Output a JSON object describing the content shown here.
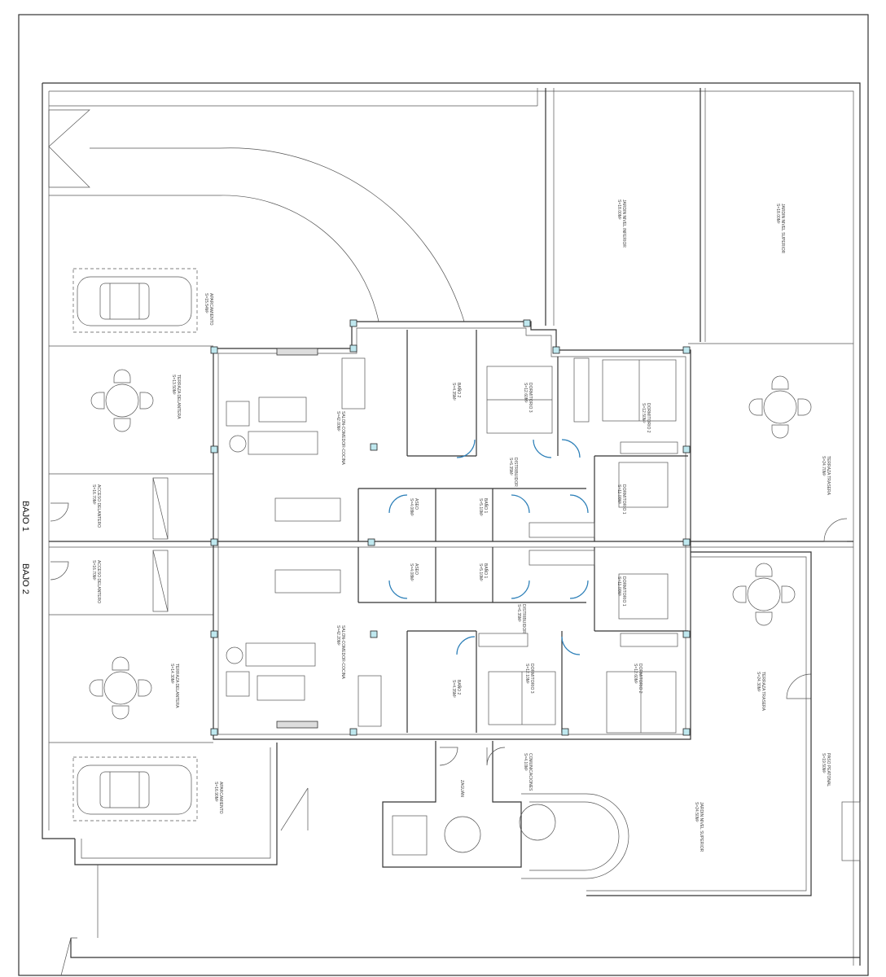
{
  "units": {
    "bajo1": "BAJO 1",
    "bajo2": "BAJO 2"
  },
  "rooms": {
    "jardin_inferior": "JARDIN NIVEL INFERIOR\nS=18.00M²",
    "jardin_superior": "JARDIN NIVEL SUPERIOR\nS=18.00M²",
    "aparcamiento_1": "APARCAMIENTO\nS=15.54M²",
    "aparcamiento_2": "APARCAMIENTO\nS=16.90M²",
    "terraza_del_1": "TERRAZA DELANTERA\nS=13.50M²",
    "terraza_del_2": "TERRAZA DELANTERA\nS=14.30M²",
    "acceso_1": "ACCESO DELANTERO\nS=16.70M²",
    "acceso_2": "ACCESO DELANTERO\nS=16.70M²",
    "salon_1": "SALON-COMEDOR-COCINA\nS=42.00M²",
    "salon_2": "SALON-COMEDOR-COCINA\nS=42.20M²",
    "bano2_1": "BAÑO 2\nS=4.35M²",
    "bano2_2": "BAÑO 2\nS=4.35M²",
    "aseo_1": "ASEO\nS=4.08M²",
    "aseo_2": "ASEO\nS=4.08M²",
    "bano1_1": "BAÑO 1\nS=5.10M²",
    "bano1_2": "BAÑO 1\nS=5.10M²",
    "dorm3_1": "DORMITORIO 3\nS=12.60M²",
    "dorm3_2": "DORMITORIO 3\nS=12.10M²",
    "dorm2_1": "DORMITORIO 2\nS=12.50M²",
    "dorm2_2": "DORMITORIO 2\nS=12.60M²",
    "dorm1_1": "DORMITORIO 1\nS=11.00M²",
    "dorm1_2": "DORMITORIO 1\nS=11.00M²",
    "distribuidor_1": "DISTRIBUIDOR\nS=6.35M²",
    "distribuidor_2": "DISTRIBUIDOR\nS=6.35M²",
    "terraza_tras_1": "TERRAZA TRASERA\nS=24.70M²",
    "terraza_tras_2": "TERRAZA TRASERA\nS=24.30M²",
    "jardin_sup_2": "JARDIN NIVEL SUPERIOR\nS=24.50M²",
    "paso_peatonal": "PASO PEATONAL\nS=19.50M²",
    "zaguan": "ZAGUÁN",
    "comunicaciones": "COMUNICACIONES\nS=4.10M²"
  }
}
